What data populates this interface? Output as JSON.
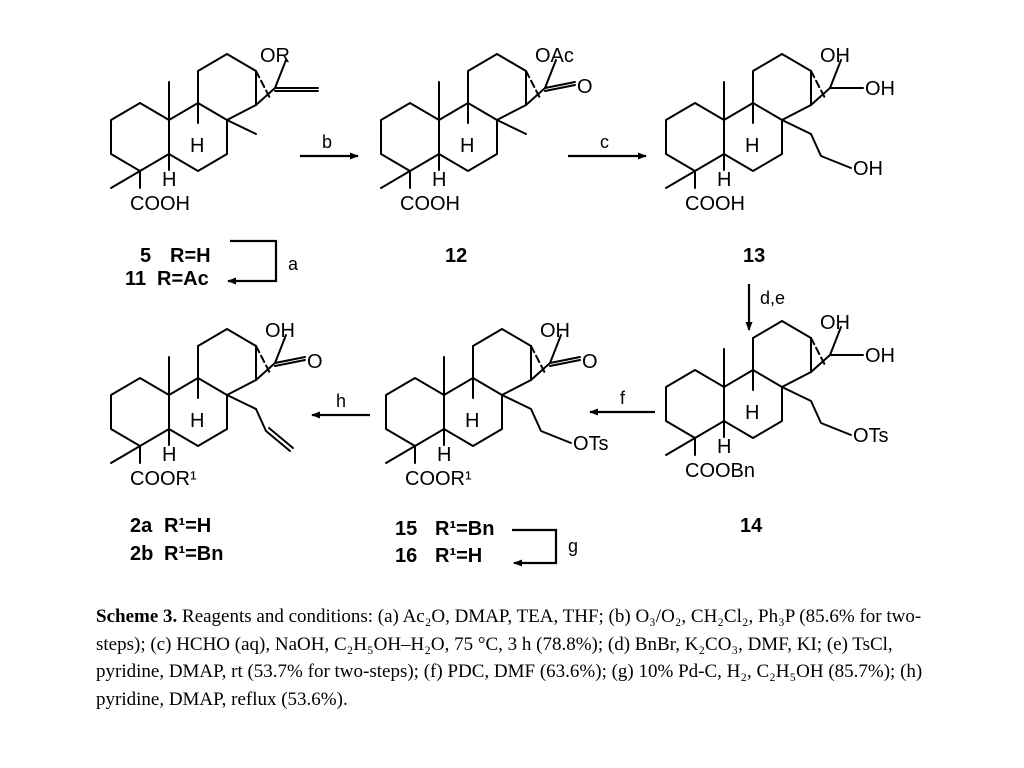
{
  "compounds": [
    {
      "id": "c5_11",
      "subs": {
        "top": "OR"
      },
      "acid": "COOH",
      "labels": [
        {
          "n": "5",
          "r": "R=H"
        },
        {
          "n": "11",
          "r": "R=Ac"
        }
      ]
    },
    {
      "id": "c12",
      "subs": {
        "top": "OAc",
        "ketone": "O"
      },
      "acid": "COOH",
      "labels": [
        {
          "n": "12",
          "r": ""
        }
      ]
    },
    {
      "id": "c13",
      "subs": {
        "top": "OH",
        "right": "OH",
        "side": "OH"
      },
      "acid": "COOH",
      "labels": [
        {
          "n": "13",
          "r": ""
        }
      ]
    },
    {
      "id": "c14",
      "subs": {
        "top": "OH",
        "right": "OH",
        "side": "OTs"
      },
      "acid": "COOBn",
      "labels": [
        {
          "n": "14",
          "r": ""
        }
      ]
    },
    {
      "id": "c15_16",
      "subs": {
        "top": "OH",
        "ketone": "O",
        "side": "OTs"
      },
      "acid": "COOR¹",
      "labels": [
        {
          "n": "15",
          "r": "R¹=Bn"
        },
        {
          "n": "16",
          "r": "R¹=H"
        }
      ]
    },
    {
      "id": "c2",
      "subs": {
        "top": "OH",
        "ketone": "O"
      },
      "acid": "COOR¹",
      "labels": [
        {
          "n": "2a",
          "r": "R¹=H"
        },
        {
          "n": "2b",
          "r": "R¹=Bn"
        }
      ]
    }
  ],
  "atoms": {
    "h": "H"
  },
  "arrows": {
    "a": "a",
    "b": "b",
    "c": "c",
    "de": "d,e",
    "f": "f",
    "g": "g",
    "h": "h"
  },
  "caption": {
    "title": "Scheme 3.",
    "text": "Reagents and conditions: (a) Ac₂O, DMAP, TEA, THF; (b) O₃/O₂, CH₂Cl₂, Ph₃P (85.6% for two-steps); (c) HCHO (aq), NaOH, C₂H₅OH–H₂O, 75 °C, 3 h (78.8%); (d) BnBr, K₂CO₃, DMF, KI; (e) TsCl, pyridine, DMAP, rt (53.7% for two-steps); (f) PDC, DMF (63.6%); (g) 10% Pd-C, H₂, C₂H₅OH (85.7%); (h) pyridine, DMAP, reflux (53.6%)."
  }
}
